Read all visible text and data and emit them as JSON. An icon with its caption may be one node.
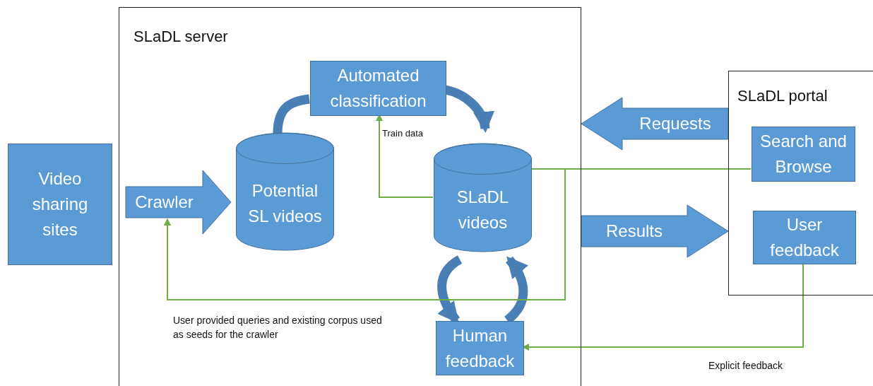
{
  "diagram": {
    "nodes": [
      {
        "text": [
          "Video sharing sites"
        ]
      },
      {
        "text": [
          "SLaDL server"
        ]
      },
      {
        "text": [
          "Potential SL videos"
        ],
        "in": 1
      },
      {
        "text": [
          "Automated classification"
        ],
        "in": 1
      },
      {
        "text": [
          "SLaDL videos"
        ],
        "in": 1
      },
      {
        "text": [
          "Human feedback"
        ],
        "in": 1
      },
      {
        "text": [
          "SLaDL portal"
        ]
      },
      {
        "text": [
          "Search and Browse"
        ],
        "in": 6
      },
      {
        "text": [
          "User feedback"
        ],
        "in": 6
      }
    ],
    "edges": [
      {
        "from": 2,
        "to": 3,
        "arrow": "none",
        "style": "thick"
      },
      {
        "from": 3,
        "to": 4,
        "arrow": "to",
        "style": "thick"
      },
      {
        "from": 4,
        "to": 5,
        "arrow": "to",
        "style": "thick"
      },
      {
        "from": 5,
        "to": 4,
        "arrow": "to",
        "style": "thick"
      },
      {
        "from": 4,
        "to": 3,
        "arrow": "to",
        "label": "Train data",
        "color": "#70ad47"
      },
      {
        "from": 4,
        "to": null,
        "arrow": "to",
        "color": "#70ad47"
      },
      {
        "from": 7,
        "to": null,
        "arrow": "to",
        "color": "#70ad47"
      },
      {
        "from": 8,
        "to": 5,
        "arrow": "to",
        "color": "#70ad47"
      },
      {
        "from": 6,
        "to": 1,
        "arrow": "to",
        "label": "Requests",
        "style": "thick"
      },
      {
        "from": 1,
        "to": 6,
        "arrow": "to",
        "label": "Results",
        "style": "thick"
      },
      {
        "from": 0,
        "to": 2,
        "arrow": "to",
        "label": "Crawler",
        "style": "thick"
      }
    ],
    "labels": [
      "User provided queries and existing corpus used as seeds for the crawler",
      "Explicit feedback"
    ]
  }
}
